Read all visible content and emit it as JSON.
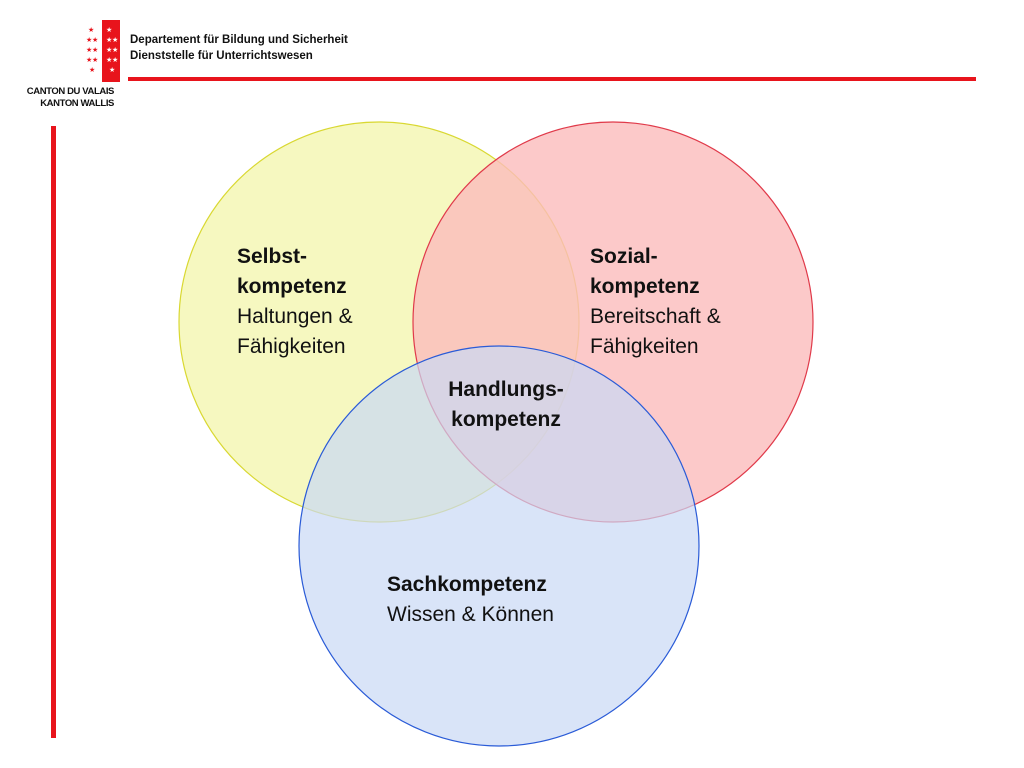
{
  "header": {
    "logo_line1": "CANTON DU VALAIS",
    "logo_line2": "KANTON WALLIS",
    "dept_line1": "Departement für Bildung und Sicherheit",
    "dept_line2": "Dienststelle für Unterrichtswesen"
  },
  "colors": {
    "accent_red": "#e8141c",
    "circle_yellow_fill": "#f5f7b5",
    "circle_yellow_stroke": "#d9d832",
    "circle_red_fill": "#fbbcbc",
    "circle_red_stroke": "#e03a4a",
    "circle_blue_fill": "#c9d9f5",
    "circle_blue_stroke": "#2a5bd7"
  },
  "diagram": {
    "self": {
      "title_line1": "Selbst-",
      "title_line2": "kompetenz",
      "desc_line1": "Haltungen &",
      "desc_line2": "Fähigkeiten"
    },
    "social": {
      "title_line1": "Sozial-",
      "title_line2": "kompetenz",
      "desc_line1": "Bereitschaft &",
      "desc_line2": "Fähigkeiten"
    },
    "subject": {
      "title": "Sachkompetenz",
      "desc": "Wissen & Können"
    },
    "center": {
      "line1": "Handlungs-",
      "line2": "kompetenz"
    }
  }
}
